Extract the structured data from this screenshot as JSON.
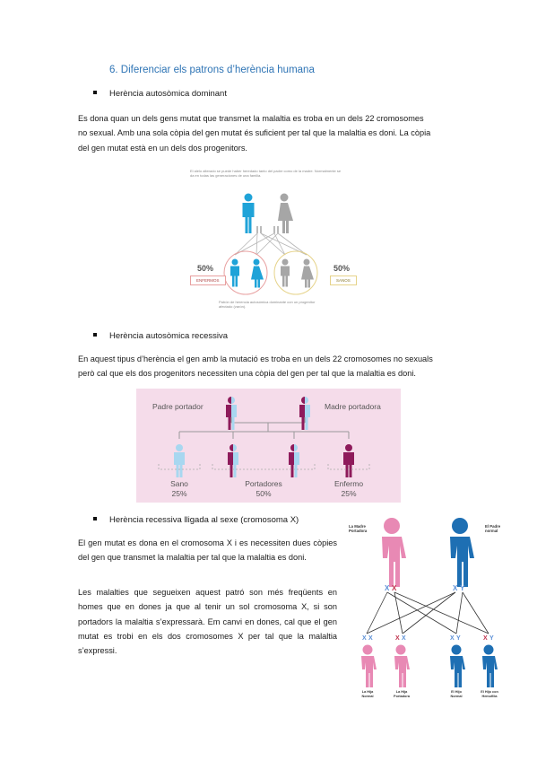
{
  "heading": "6.  Diferenciar els patrons d’herència humana",
  "section1": {
    "bullet": "Herència autosòmica dominant",
    "para": [
      "Es dona quan un dels gens mutat que transmet la malaltia es troba en un dels 22 cromosomes",
      "no sexual. Amb una sola còpia del gen mutat és suficient per tal que la malaltia es doni. La còpia",
      "del gen mutat està en un dels dos progenitors."
    ],
    "figure": {
      "caption_top": "El alelo alterado se puede haber heredado tanto del padre como de la madre. Normalmente se da en todas las generaciones de una familia.",
      "left_pct": "50%",
      "left_label": "ENFERMOS",
      "right_pct": "50%",
      "right_label": "SANOS",
      "caption_bottom": "Patrón de herencia autosómica dominante con un progenitor afectado (varón).",
      "colors": {
        "affected": "#1fa3d8",
        "healthy": "#a6a6a6",
        "affected_box": "#e8a0a0",
        "healthy_box": "#e6d38a"
      }
    }
  },
  "section2": {
    "bullet": "Herència autosòmica recessiva",
    "para": [
      "En aquest tipus d’herència el gen amb la mutació es troba en un dels 22 cromosomes no sexuals",
      "però cal que els dos progenitors necessiten una còpia del gen per tal que la malaltia es doni."
    ],
    "figure": {
      "father": "Padre portador",
      "mother": "Madre portadora",
      "sano": "Sano",
      "sano_pct": "25%",
      "portadores": "Portadores",
      "portadores_pct": "50%",
      "enfermo": "Enfermo",
      "enfermo_pct": "25%",
      "colors": {
        "background": "#f5dcea",
        "healthy": "#a8d7f0",
        "affected": "#8e1b5b"
      }
    }
  },
  "section3": {
    "bullet": "Herència recessiva lligada al sexe (cromosoma X)",
    "para1": "El gen mutat es dona en el cromosoma X i es necessiten dues còpies del gen que transmet la malaltia per tal que la malaltia es doni.",
    "para2": "Les malalties que segueixen aquest patró son més freqüents en homes que en dones ja que al tenir un sol cromosoma X, si son portadors la malaltia s’expressarà. Em canvi en dones, cal que el gen mutat es trobi en els dos cromosomes X per tal que la malaltia s’expressi.",
    "figure": {
      "mother_label": "La Madre Portadora",
      "father_label": "El Padre normal",
      "kids": [
        "La Hija Normal",
        "La Hija Portadora",
        "El Hijo Normal",
        "El Hijo con Hemofilia"
      ],
      "colors": {
        "female": "#e889b4",
        "male": "#1e6fb3",
        "x_normal": "#5b8fd6",
        "x_mutant": "#c0334d"
      }
    }
  }
}
